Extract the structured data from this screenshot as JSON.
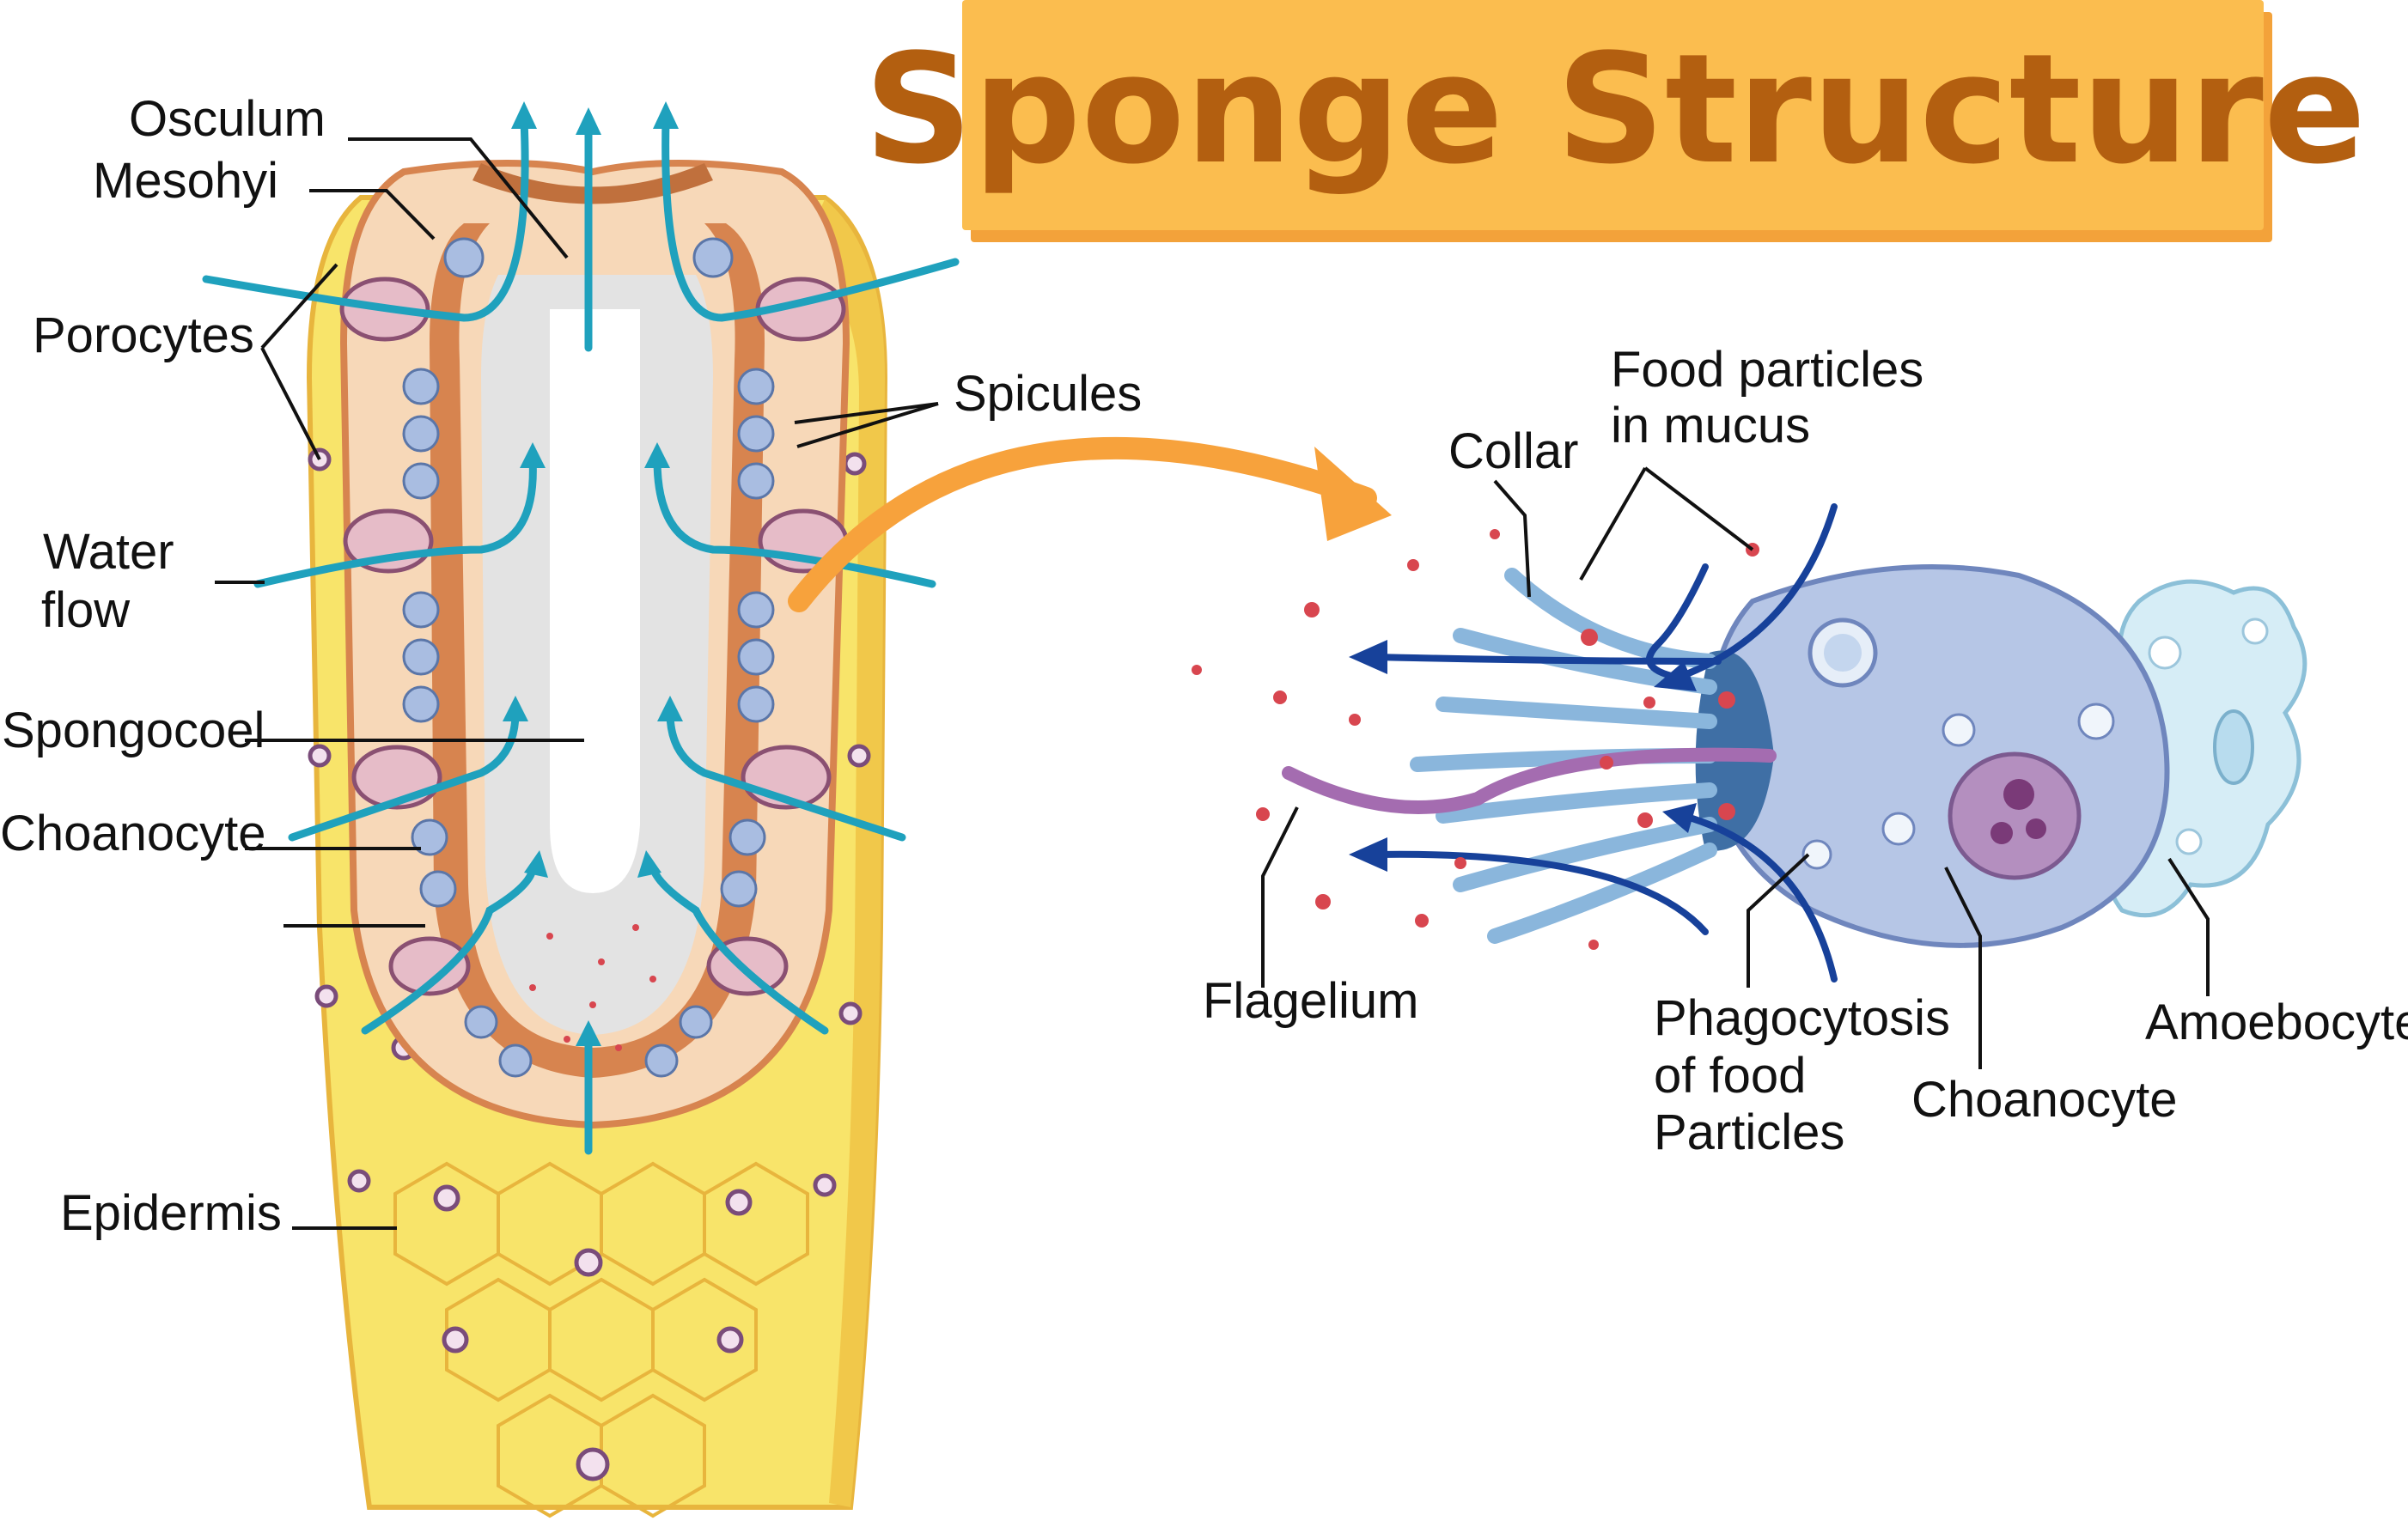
{
  "title": "Sponge Structure",
  "labels": {
    "osculum": "Osculum",
    "mesohyl": "Mesohyi",
    "porocytes": "Porocytes",
    "water_flow_1": "Water",
    "water_flow_2": "flow",
    "spongocoel": "Spongocoel",
    "choanocyte_left": "Choanocyte",
    "epidermis": "Epidermis",
    "spicules": "Spicules",
    "collar": "Collar",
    "food_particles_1": "Food particles",
    "food_particles_2": "in mucus",
    "flagellum": "Flagelium",
    "phagocytosis_1": "Phagocytosis",
    "phagocytosis_2": "of food",
    "phagocytosis_3": "Particles",
    "choanocyte_right": "Choanocyte",
    "amoebocyte": "Amoebocyte"
  },
  "colors": {
    "title_banner": "#fbbd4f",
    "title_banner_shadow": "#f3a23a",
    "title_text": "#b35f10",
    "epidermis": "#f8e46a",
    "epidermis_dark": "#f1c84a",
    "mesohyl": "#f7d8b8",
    "choanocyte_layer": "#d7844f",
    "spongocoel": "#ffffff",
    "water_flow": "#1fa1bd",
    "pointer_arrow": "#f7a23c",
    "cell_body": "#b6c6e6",
    "cell_nucleus": "#b48fbf",
    "collar_tentacles": "#8ab6dc",
    "flagellum": "#a46cb0",
    "current_arrows": "#17419a",
    "food_particles": "#d8464f",
    "amoebocyte": "#d6edf6"
  },
  "icons": {
    "pointer": "curved-orange-arrow-icon",
    "water_current": "blue-flow-arrow-icon"
  }
}
